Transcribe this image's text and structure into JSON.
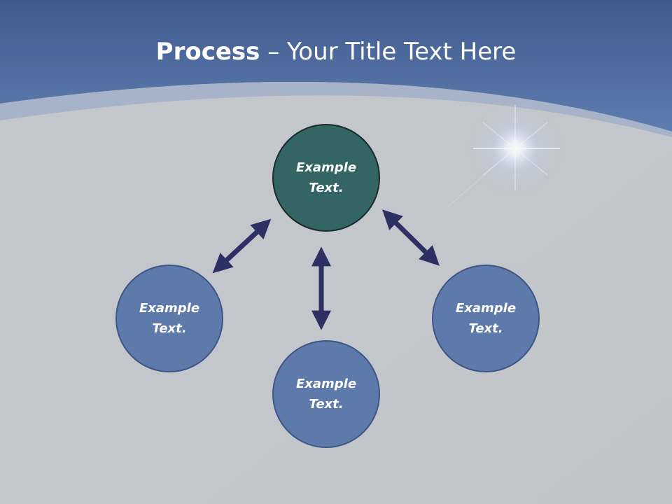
{
  "title": {
    "bold": "Process",
    "separator": " – ",
    "rest": "Your Title Text Here"
  },
  "nodes": {
    "top": "Example Text.",
    "left": "Example Text.",
    "bottom": "Example Text.",
    "right": "Example Text."
  },
  "colors": {
    "header_band": "#5672a6",
    "background": "#c6c9cd",
    "node_side": "#5e7aab",
    "node_center": "#326564",
    "arrow": "#2e2f63"
  }
}
